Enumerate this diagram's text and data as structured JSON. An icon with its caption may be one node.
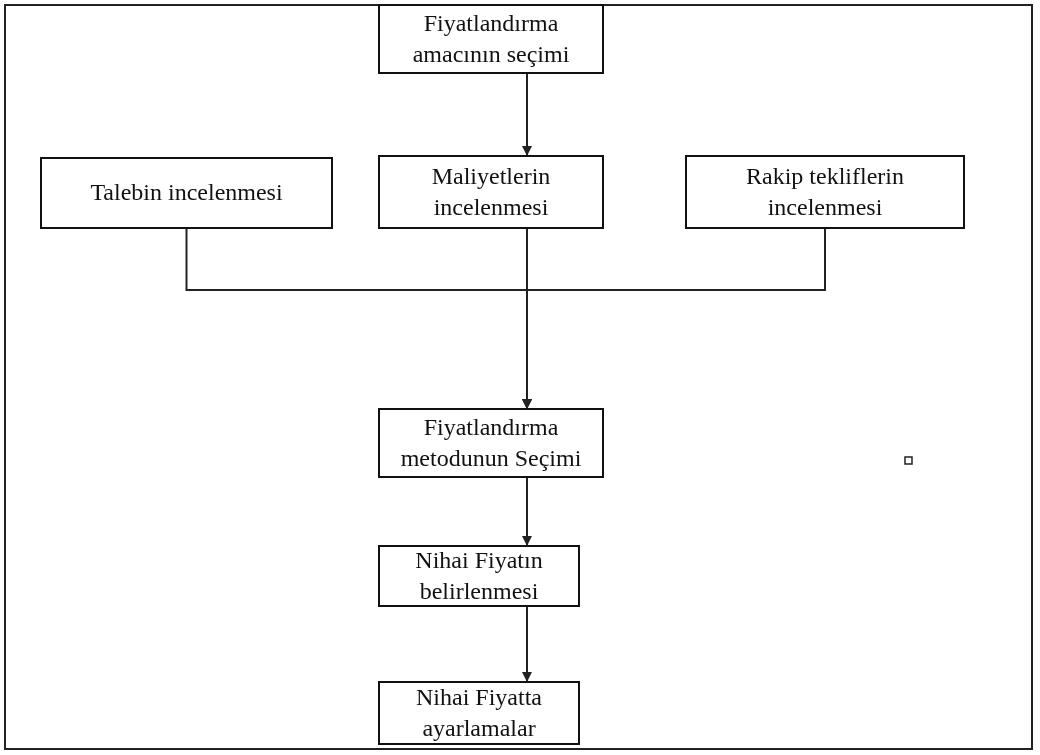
{
  "diagram": {
    "nodes": [
      {
        "text": [
          "Fiyatlandırma amacının seçimi"
        ]
      },
      {
        "text": [
          "Talebin incelenmesi"
        ]
      },
      {
        "text": [
          "Maliyetlerin incelenmesi"
        ]
      },
      {
        "text": [
          "Rakip tekliflerin incelenmesi"
        ]
      },
      {
        "text": [
          "Fiyatlandırma metodunun Seçimi"
        ]
      },
      {
        "text": [
          "Nihai Fiyatın belirlenmesi"
        ]
      },
      {
        "text": [
          "Nihai Fiyatta ayarlamalar"
        ]
      }
    ],
    "edges": [
      {
        "from": 0,
        "to": 2,
        "arrow": "to"
      },
      {
        "from": 1,
        "to": 4,
        "arrow": "to"
      },
      {
        "from": 2,
        "to": 4,
        "arrow": "to"
      },
      {
        "from": 3,
        "to": 4,
        "arrow": "to"
      },
      {
        "from": 4,
        "to": 5,
        "arrow": "to"
      },
      {
        "from": 5,
        "to": 6,
        "arrow": "to"
      }
    ]
  }
}
